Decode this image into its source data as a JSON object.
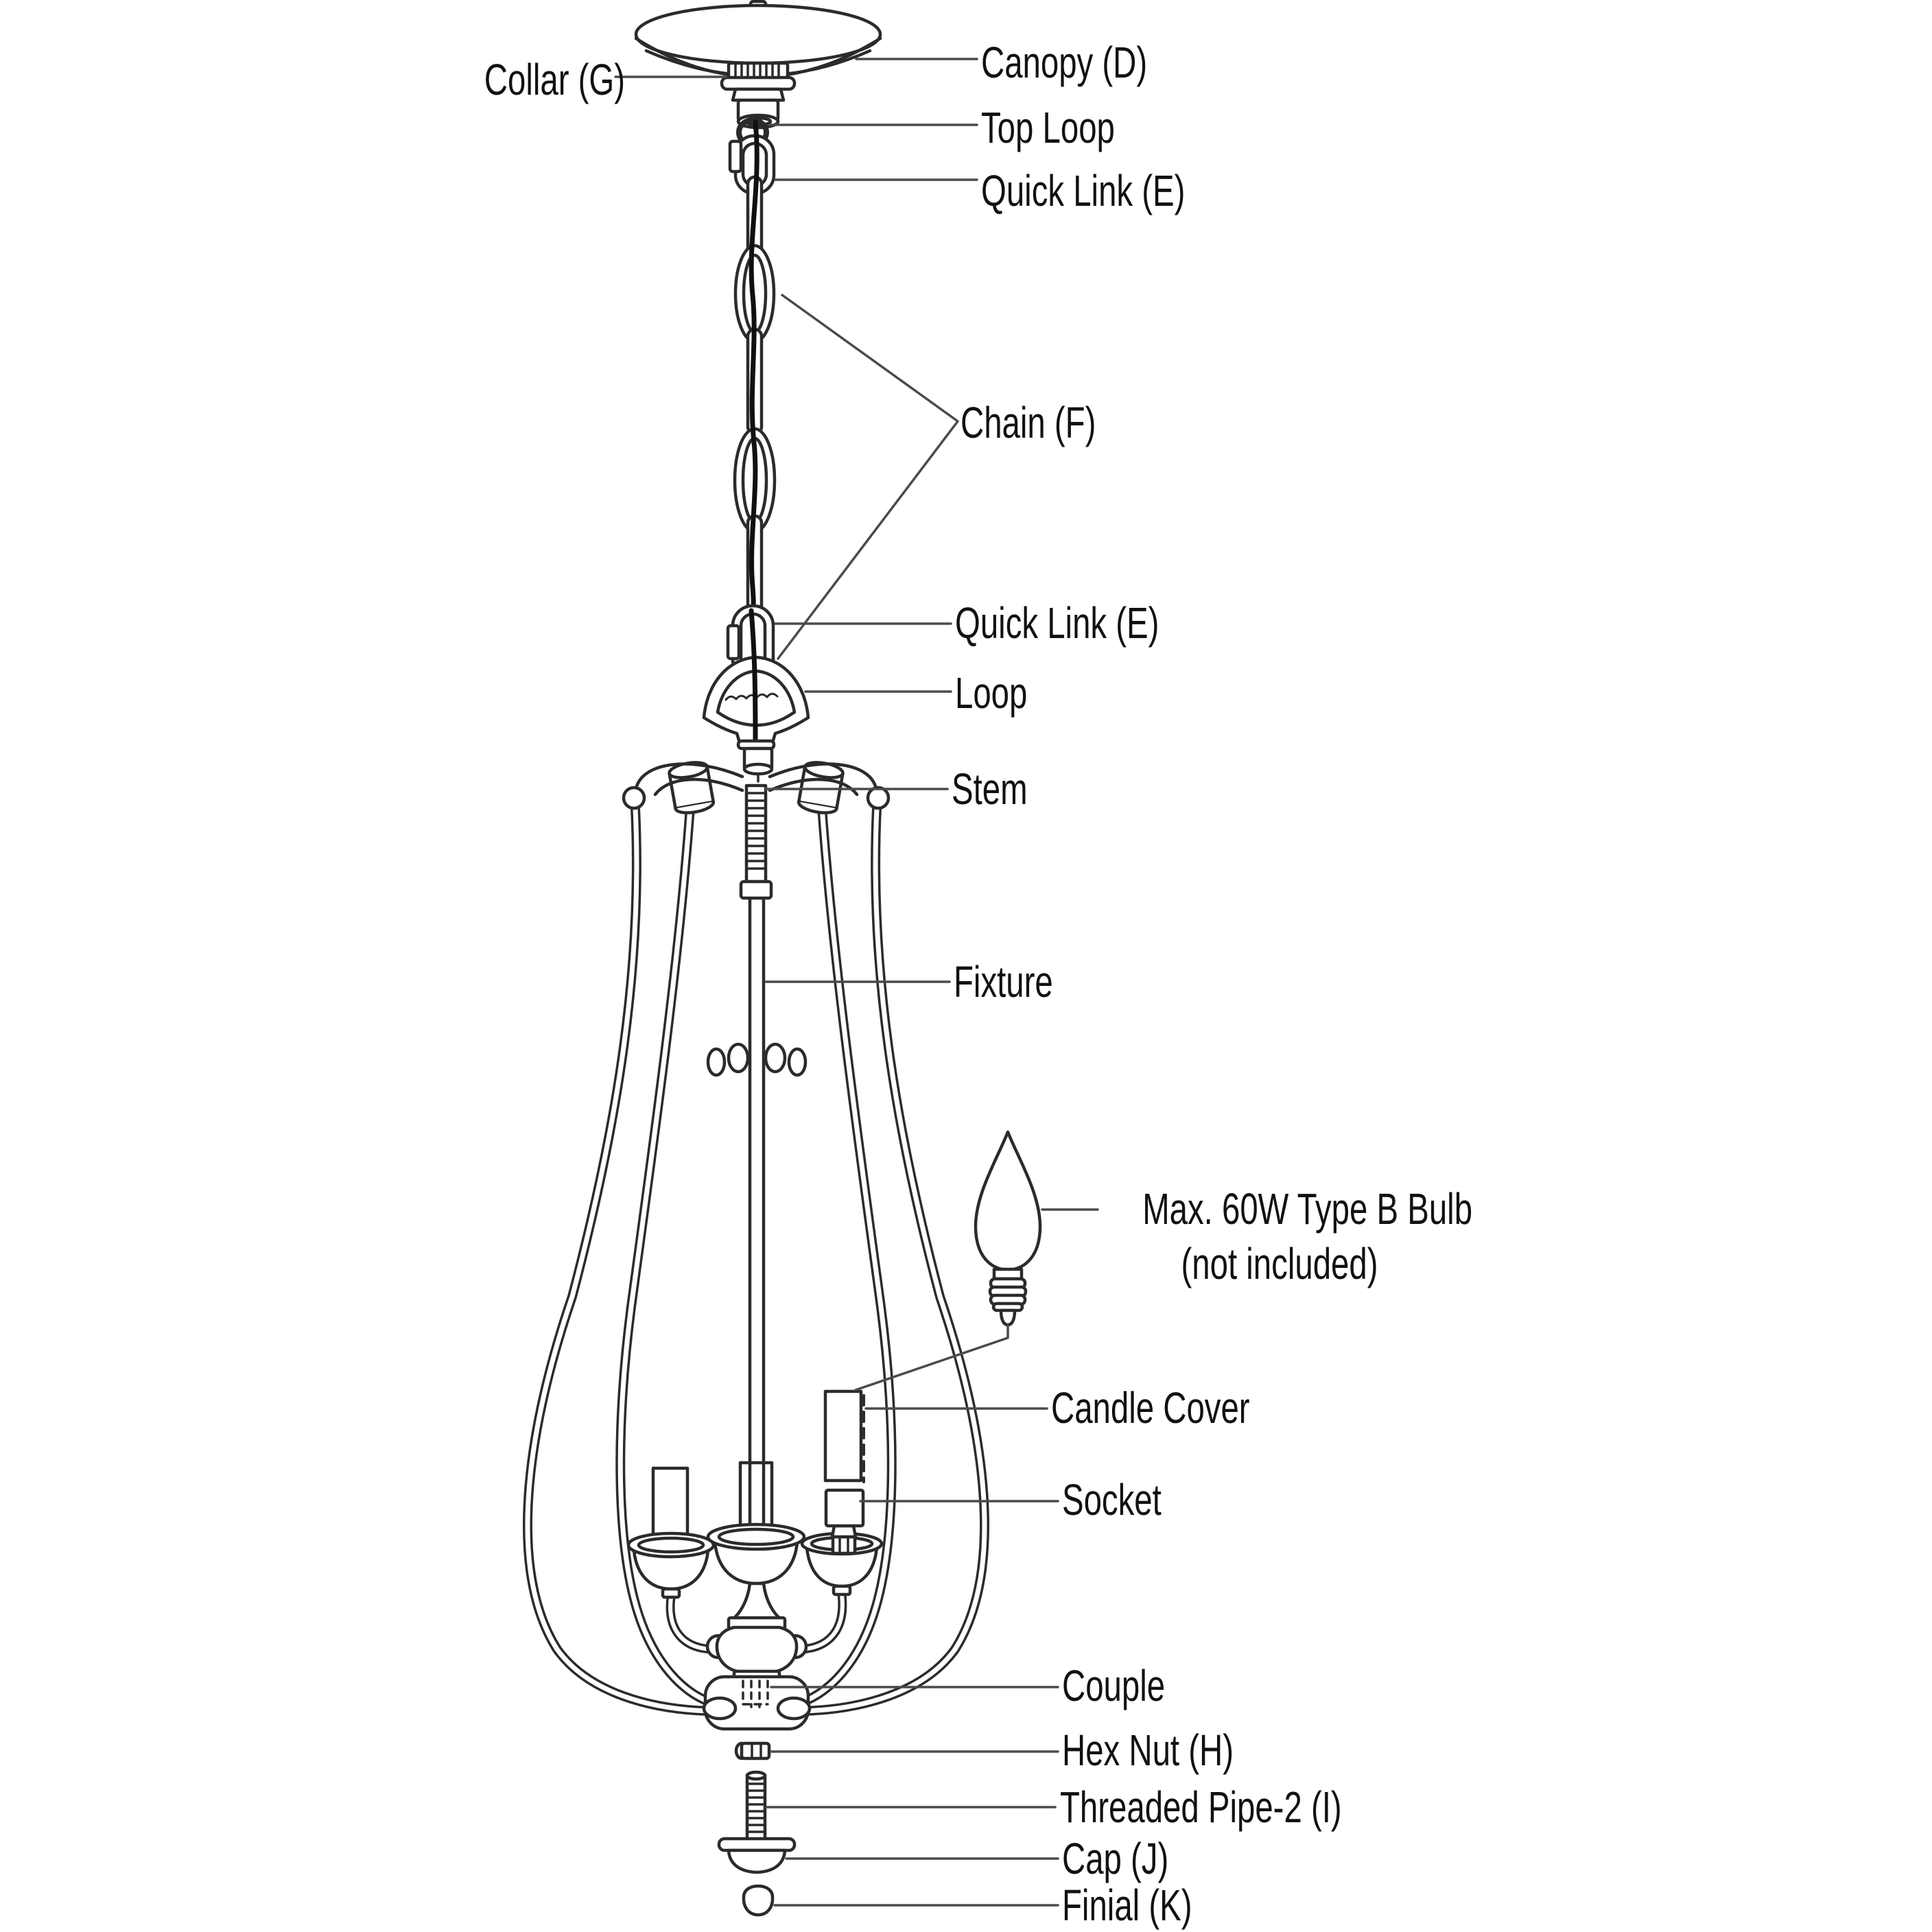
{
  "diagram": {
    "type": "chandelier-assembly-parts-diagram",
    "colors": {
      "background": "#ffffff",
      "line_art": "#2b2b2b",
      "leader_line": "#4b4b4b",
      "text": "#111111",
      "wire": "#101010"
    },
    "labels": {
      "collar": "Collar (G)",
      "canopy": "Canopy (D)",
      "top_loop": "Top Loop",
      "quick_link_upper": "Quick Link (E)",
      "chain": "Chain (F)",
      "quick_link_lower": "Quick Link (E)",
      "loop": "Loop",
      "stem": "Stem",
      "fixture": "Fixture",
      "bulb_line1": "Max. 60W Type B Bulb",
      "bulb_line2": "(not included)",
      "candle_cover": "Candle Cover",
      "socket": "Socket",
      "couple": "Couple",
      "hex_nut": "Hex Nut (H)",
      "threaded_pipe": "Threaded Pipe-2 (I)",
      "cap": "Cap (J)",
      "finial": "Finial (K)"
    }
  }
}
